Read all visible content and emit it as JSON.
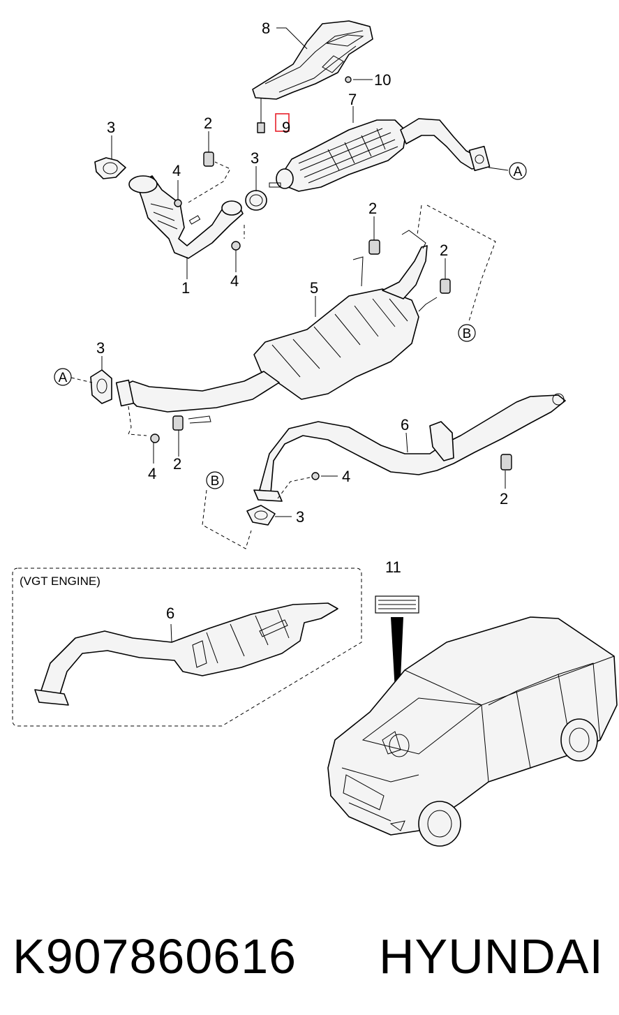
{
  "callouts": {
    "c8": "8",
    "c10": "10",
    "c9": "9",
    "c7": "7",
    "c3a": "3",
    "c2a": "2",
    "c4a": "4",
    "c3b": "3",
    "cA1": "A",
    "c1": "1",
    "c4b": "4",
    "c2b": "2",
    "c2c": "2",
    "c5": "5",
    "cB1": "B",
    "c3c": "3",
    "cA2": "A",
    "c4c": "4",
    "c2d": "2",
    "c6": "6",
    "c4d": "4",
    "c2e": "2",
    "cB2": "B",
    "c3d": "3",
    "c11": "11",
    "c6v": "6"
  },
  "inset": {
    "title": "(VGT ENGINE)"
  },
  "footer": {
    "part_number": "K907860616",
    "brand": "HYUNDAI"
  },
  "colors": {
    "highlight": "#e8202a",
    "line": "#000000"
  }
}
